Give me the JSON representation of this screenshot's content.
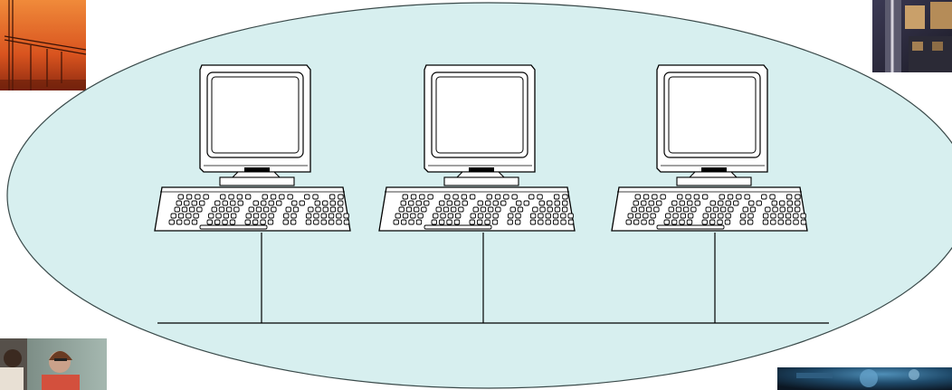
{
  "diagram": {
    "type": "bus-network",
    "node_count": 3,
    "nodes": [
      {
        "name": "computer-1",
        "icon": "desktop-computer-icon"
      },
      {
        "name": "computer-2",
        "icon": "desktop-computer-icon"
      },
      {
        "name": "computer-3",
        "icon": "desktop-computer-icon"
      }
    ],
    "bus": {
      "connects": [
        "computer-1",
        "computer-2",
        "computer-3"
      ]
    },
    "colors": {
      "network_area_fill": "#d7efef",
      "network_area_stroke": "#3a4a4a",
      "device_fill": "#ffffff",
      "line": "#000000"
    }
  },
  "corner_photos": [
    {
      "name": "sunset-power-lines-photo",
      "colors": [
        "#e8692a",
        "#9b2e12"
      ]
    },
    {
      "name": "night-building-photo",
      "colors": [
        "#2d2c3e",
        "#9a7a4c"
      ]
    },
    {
      "name": "people-at-work-photo",
      "colors": [
        "#8fa39c",
        "#d4503c"
      ]
    },
    {
      "name": "blue-tech-photo",
      "colors": [
        "#0f1d2c",
        "#3f7396"
      ]
    }
  ]
}
